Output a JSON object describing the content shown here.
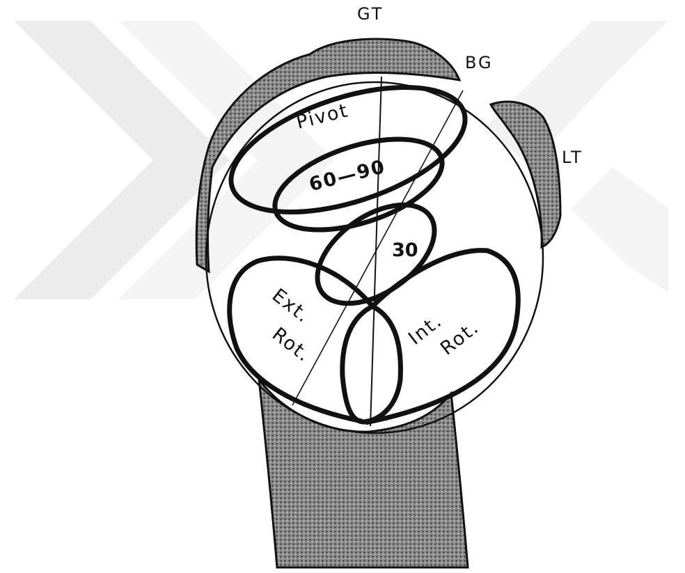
{
  "labels": {
    "gt": "GT",
    "bg": "BG",
    "lt": "LT",
    "pivot": "Pivot",
    "range_60_90": "60—90",
    "range_30": "30",
    "ext_rot_1": "Ext.",
    "ext_rot_2": "Rot.",
    "int_rot_1": "Int.",
    "int_rot_2": "Rot."
  },
  "colors": {
    "ink": "#111111",
    "stipple": "#6e6e6e",
    "background": "#ffffff",
    "watermark": "#e6e6e6"
  }
}
